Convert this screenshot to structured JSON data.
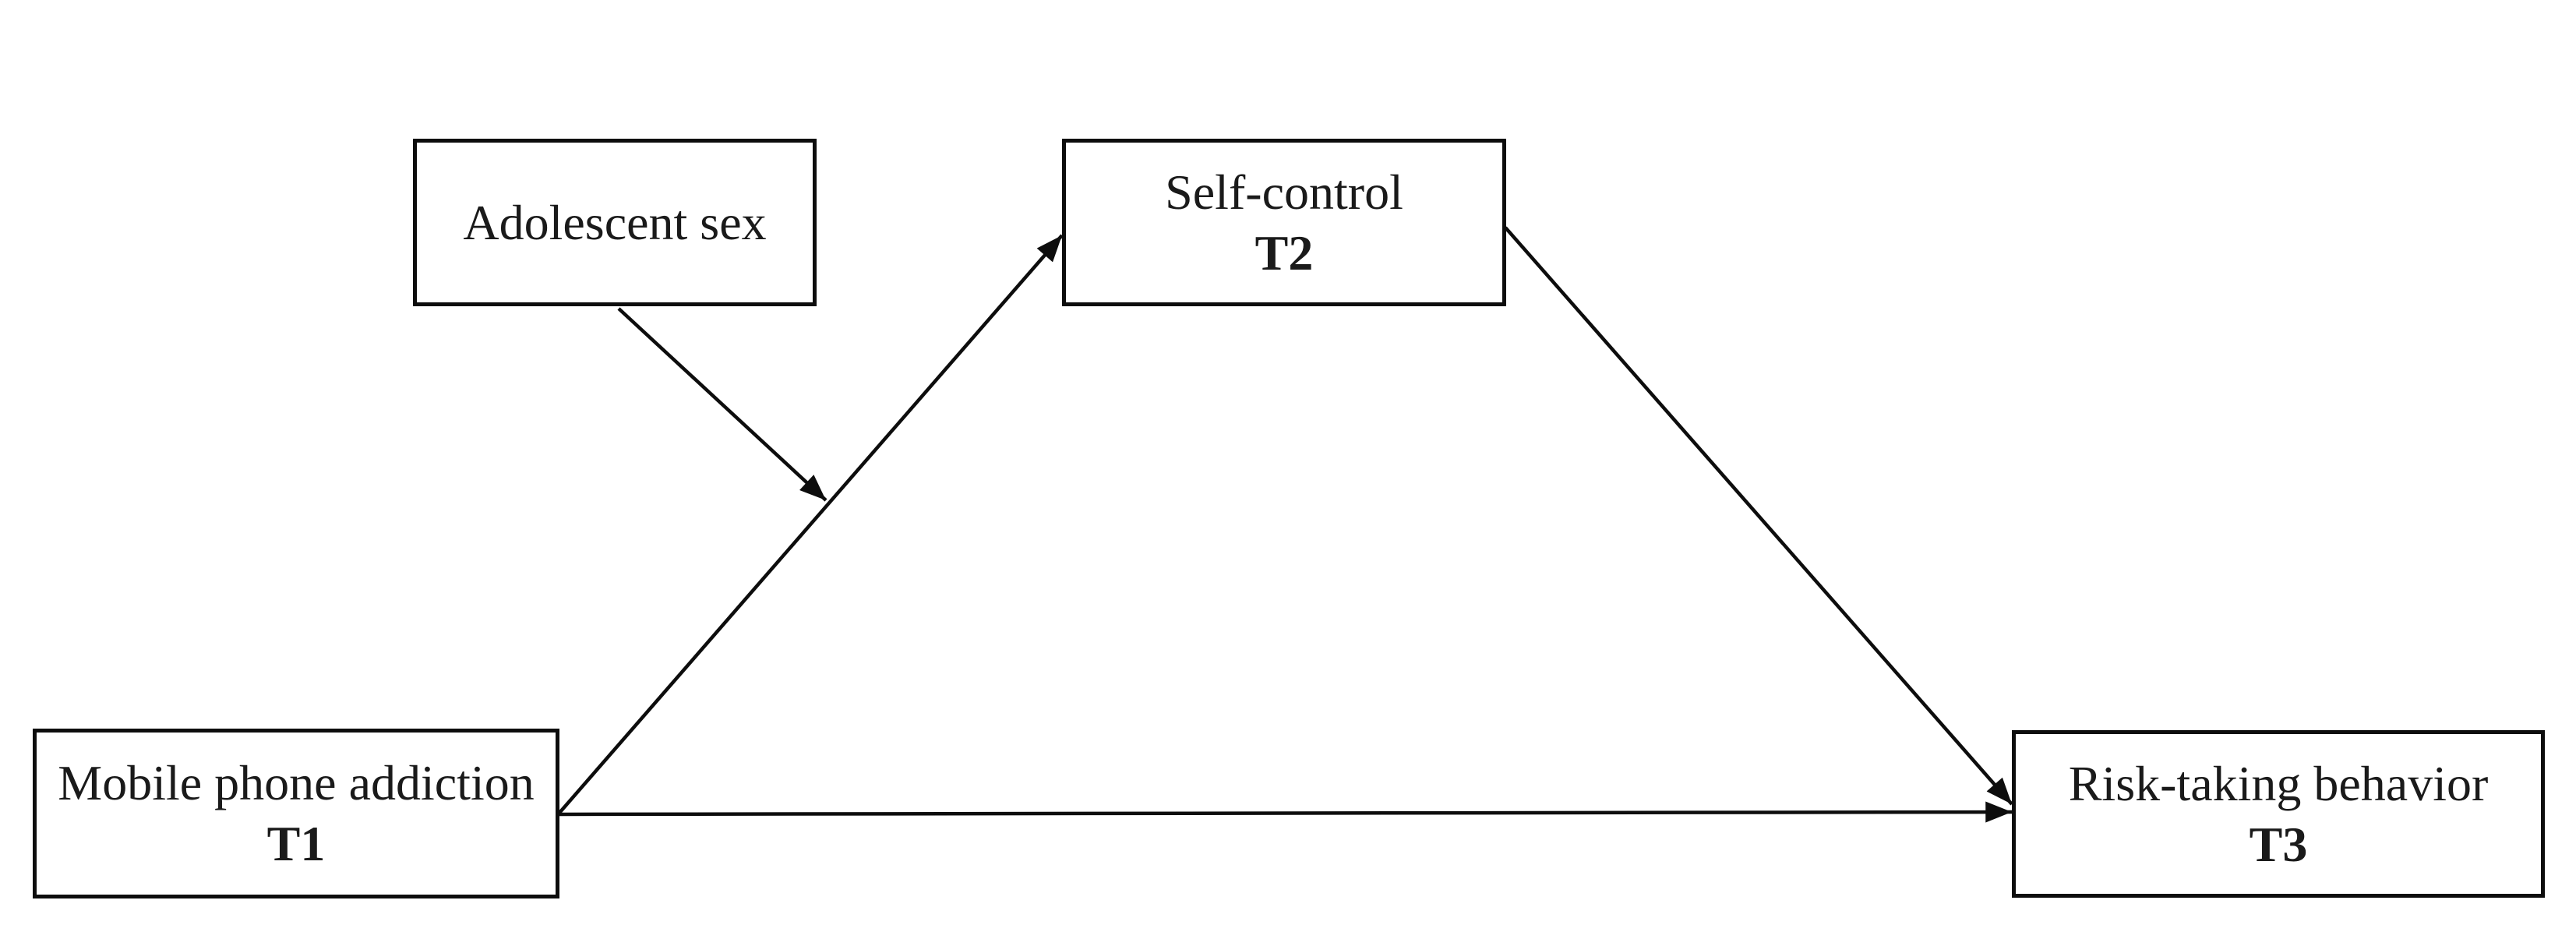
{
  "figure": {
    "background_color": "#ffffff",
    "line_color": "#000000",
    "text_color": "#1a1a1a",
    "description": "Moderated mediation path model diagram"
  },
  "boxes": [
    {
      "id": "adolescent-sex",
      "label": "Adolescent sex",
      "sublabel": ""
    },
    {
      "id": "self-control",
      "label": "Self-control",
      "sublabel": "T2"
    },
    {
      "id": "mobile-phone-addiction",
      "label": "Mobile phone addiction",
      "sublabel": "T1"
    },
    {
      "id": "risk-taking-behavior",
      "label": "Risk-taking behavior",
      "sublabel": "T3"
    }
  ],
  "arrows": [
    {
      "from": "mobile-phone-addiction",
      "to": "self-control"
    },
    {
      "from": "self-control",
      "to": "risk-taking-behavior"
    },
    {
      "from": "mobile-phone-addiction",
      "to": "risk-taking-behavior"
    },
    {
      "from": "adolescent-sex",
      "to": "path: mobile-phone-addiction -> self-control"
    }
  ]
}
